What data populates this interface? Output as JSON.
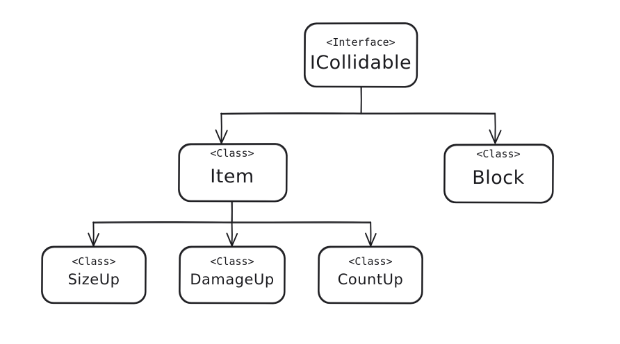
{
  "diagram": {
    "kind": "uml-class-diagram",
    "style": "hand-drawn",
    "background_color": "#ffffff",
    "stroke_color": "#1b1b1f",
    "nodes": [
      {
        "id": "icollidable",
        "stereotype": "<Interface>",
        "name": "ICollidable"
      },
      {
        "id": "item",
        "stereotype": "<Class>",
        "name": "Item"
      },
      {
        "id": "block",
        "stereotype": "<Class>",
        "name": "Block"
      },
      {
        "id": "sizeup",
        "stereotype": "<Class>",
        "name": "SizeUp"
      },
      {
        "id": "damageup",
        "stereotype": "<Class>",
        "name": "DamageUp"
      },
      {
        "id": "countup",
        "stereotype": "<Class>",
        "name": "CountUp"
      }
    ],
    "edges": [
      {
        "from": "item",
        "to": "icollidable",
        "type": "realization"
      },
      {
        "from": "block",
        "to": "icollidable",
        "type": "realization"
      },
      {
        "from": "sizeup",
        "to": "item",
        "type": "generalization"
      },
      {
        "from": "damageup",
        "to": "item",
        "type": "generalization"
      },
      {
        "from": "countup",
        "to": "item",
        "type": "generalization"
      }
    ]
  }
}
